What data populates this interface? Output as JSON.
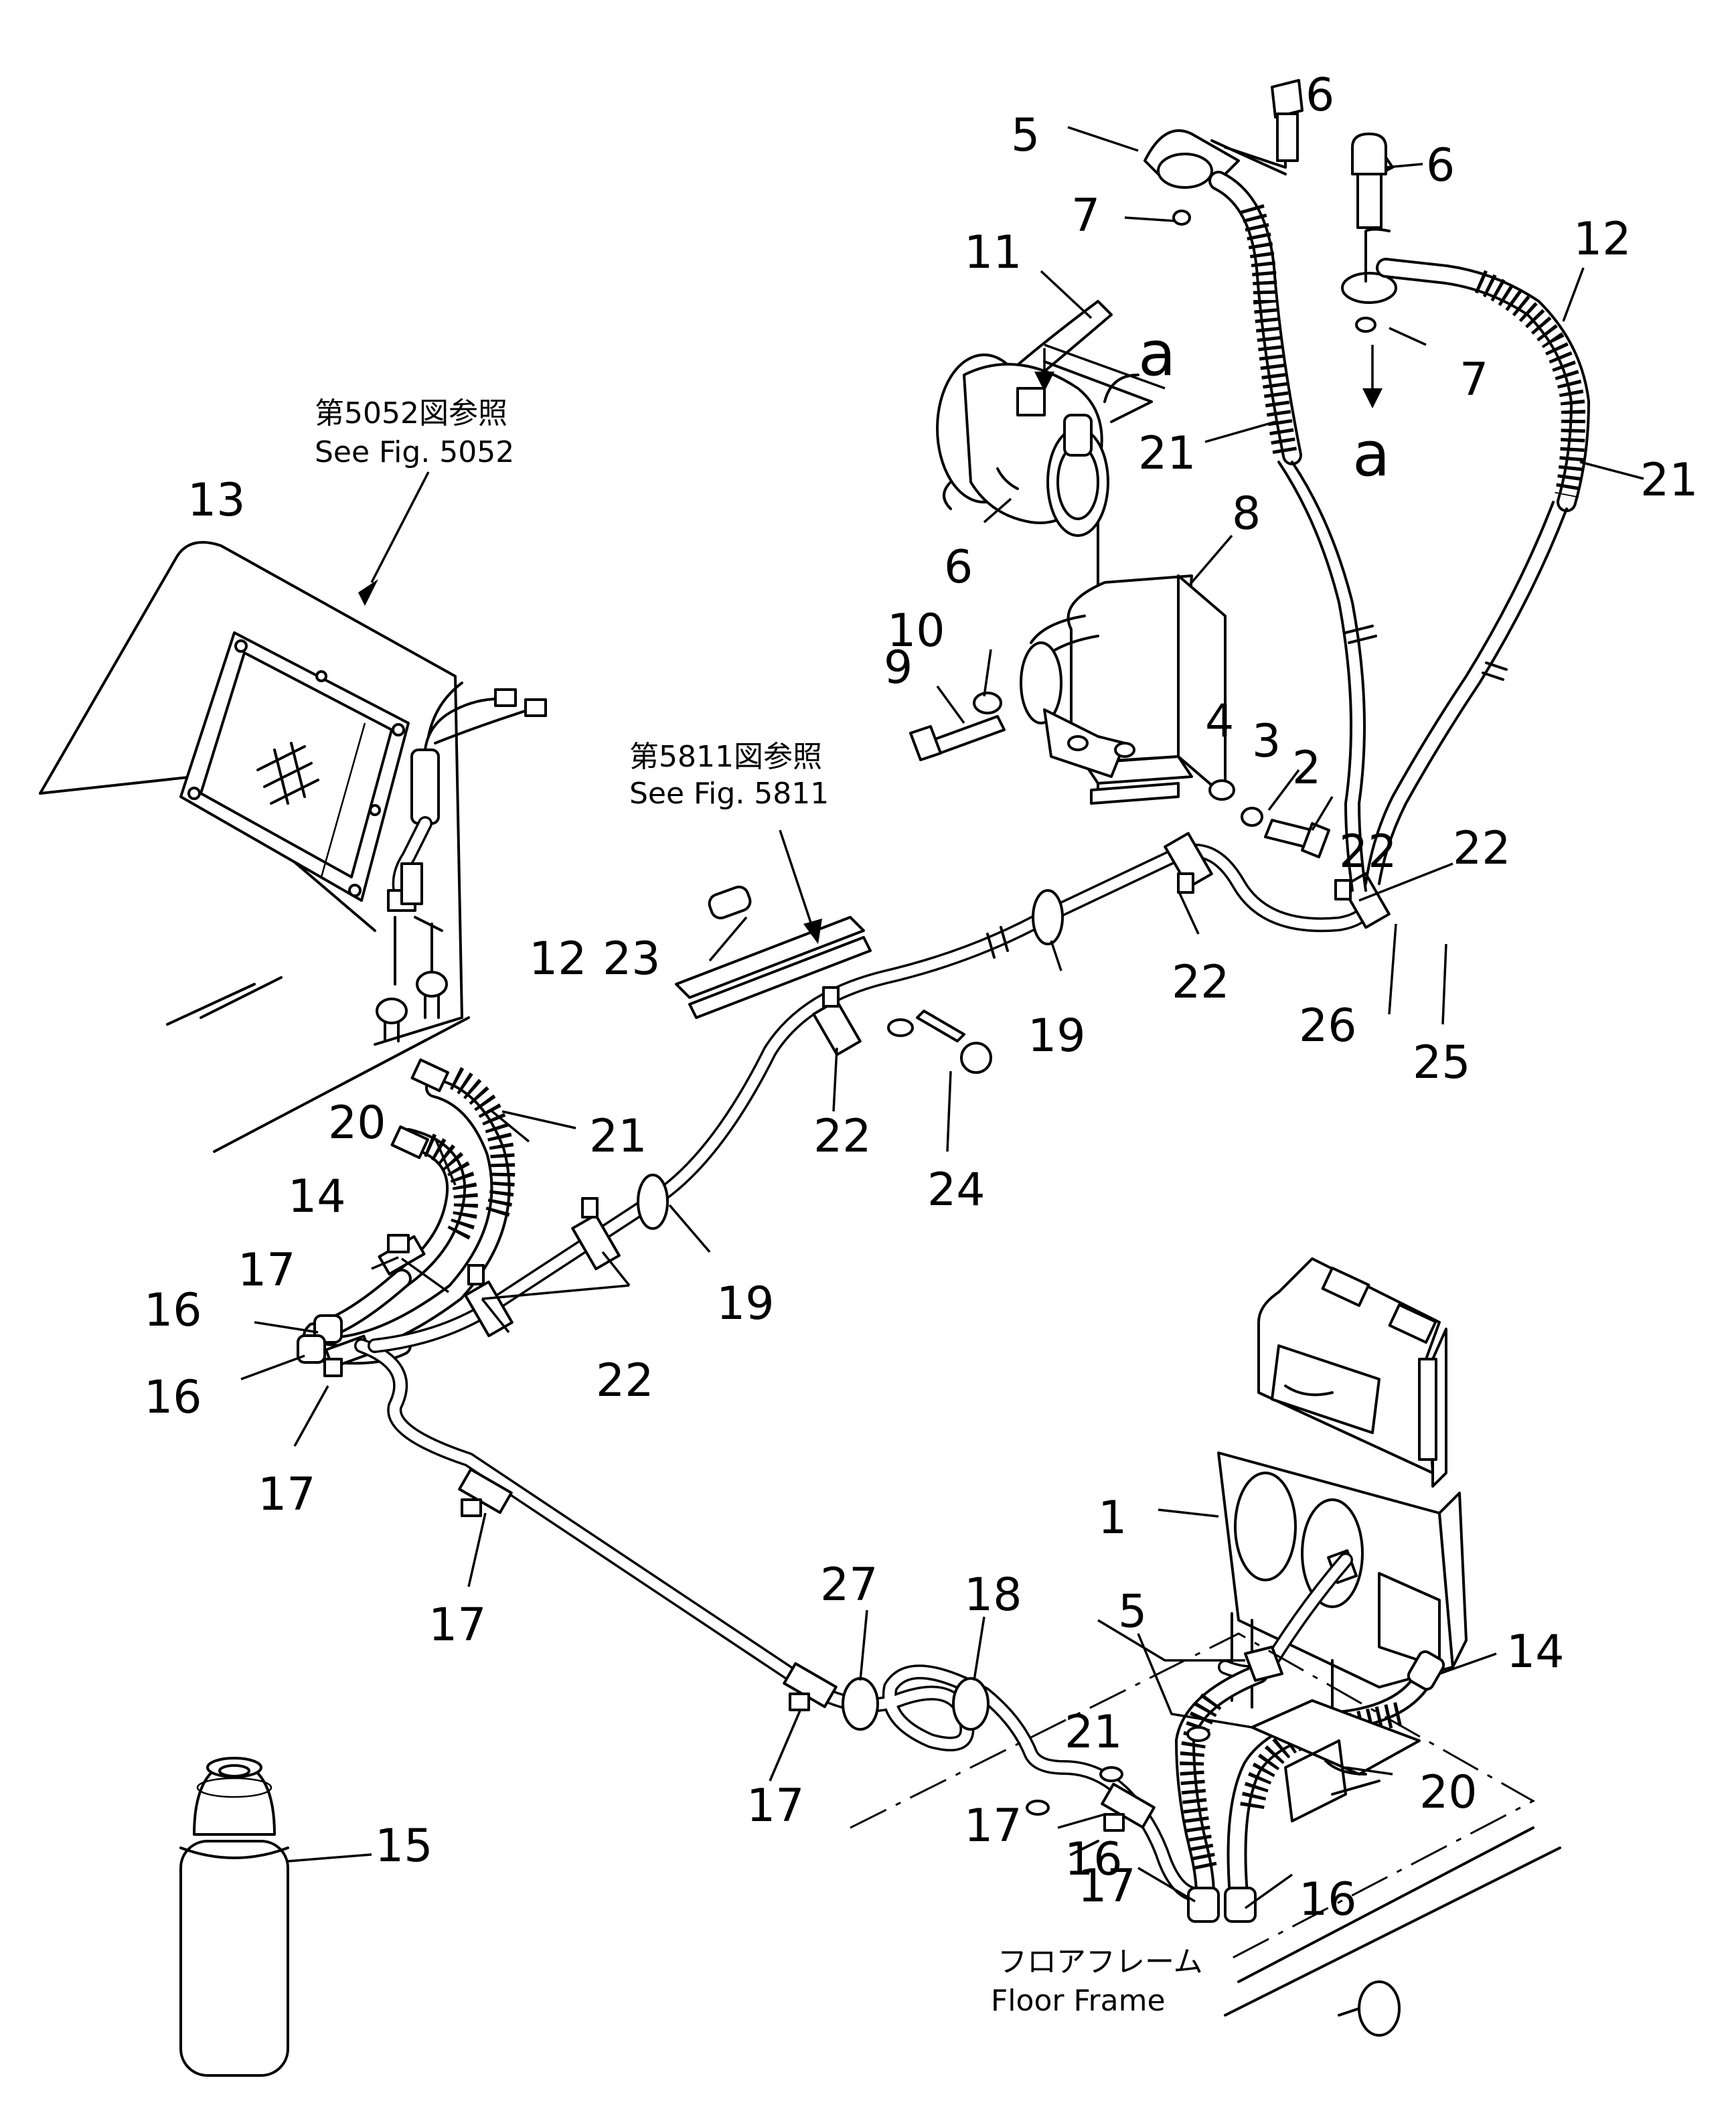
{
  "notes": {
    "ref_5052_jp": "第5052図参照",
    "ref_5052_en": "See  Fig.  5052",
    "ref_5811_jp": "第5811図参照",
    "ref_5811_en": "See  Fig.  5811",
    "floor_jp": "フロアフレーム",
    "floor_en": "Floor  Frame"
  },
  "view_marks": [
    "a",
    "a"
  ],
  "callouts": [
    "1",
    "2",
    "3",
    "4",
    "5",
    "5",
    "6",
    "6",
    "6",
    "7",
    "7",
    "8",
    "9",
    "10",
    "11",
    "12",
    "12",
    "13",
    "14",
    "14",
    "15",
    "16",
    "16",
    "16",
    "16",
    "17",
    "17",
    "17",
    "17",
    "17",
    "17",
    "18",
    "19",
    "19",
    "20",
    "20",
    "21",
    "21",
    "21",
    "21",
    "22",
    "22",
    "22",
    "22",
    "22",
    "23",
    "24",
    "25",
    "26",
    "27"
  ]
}
